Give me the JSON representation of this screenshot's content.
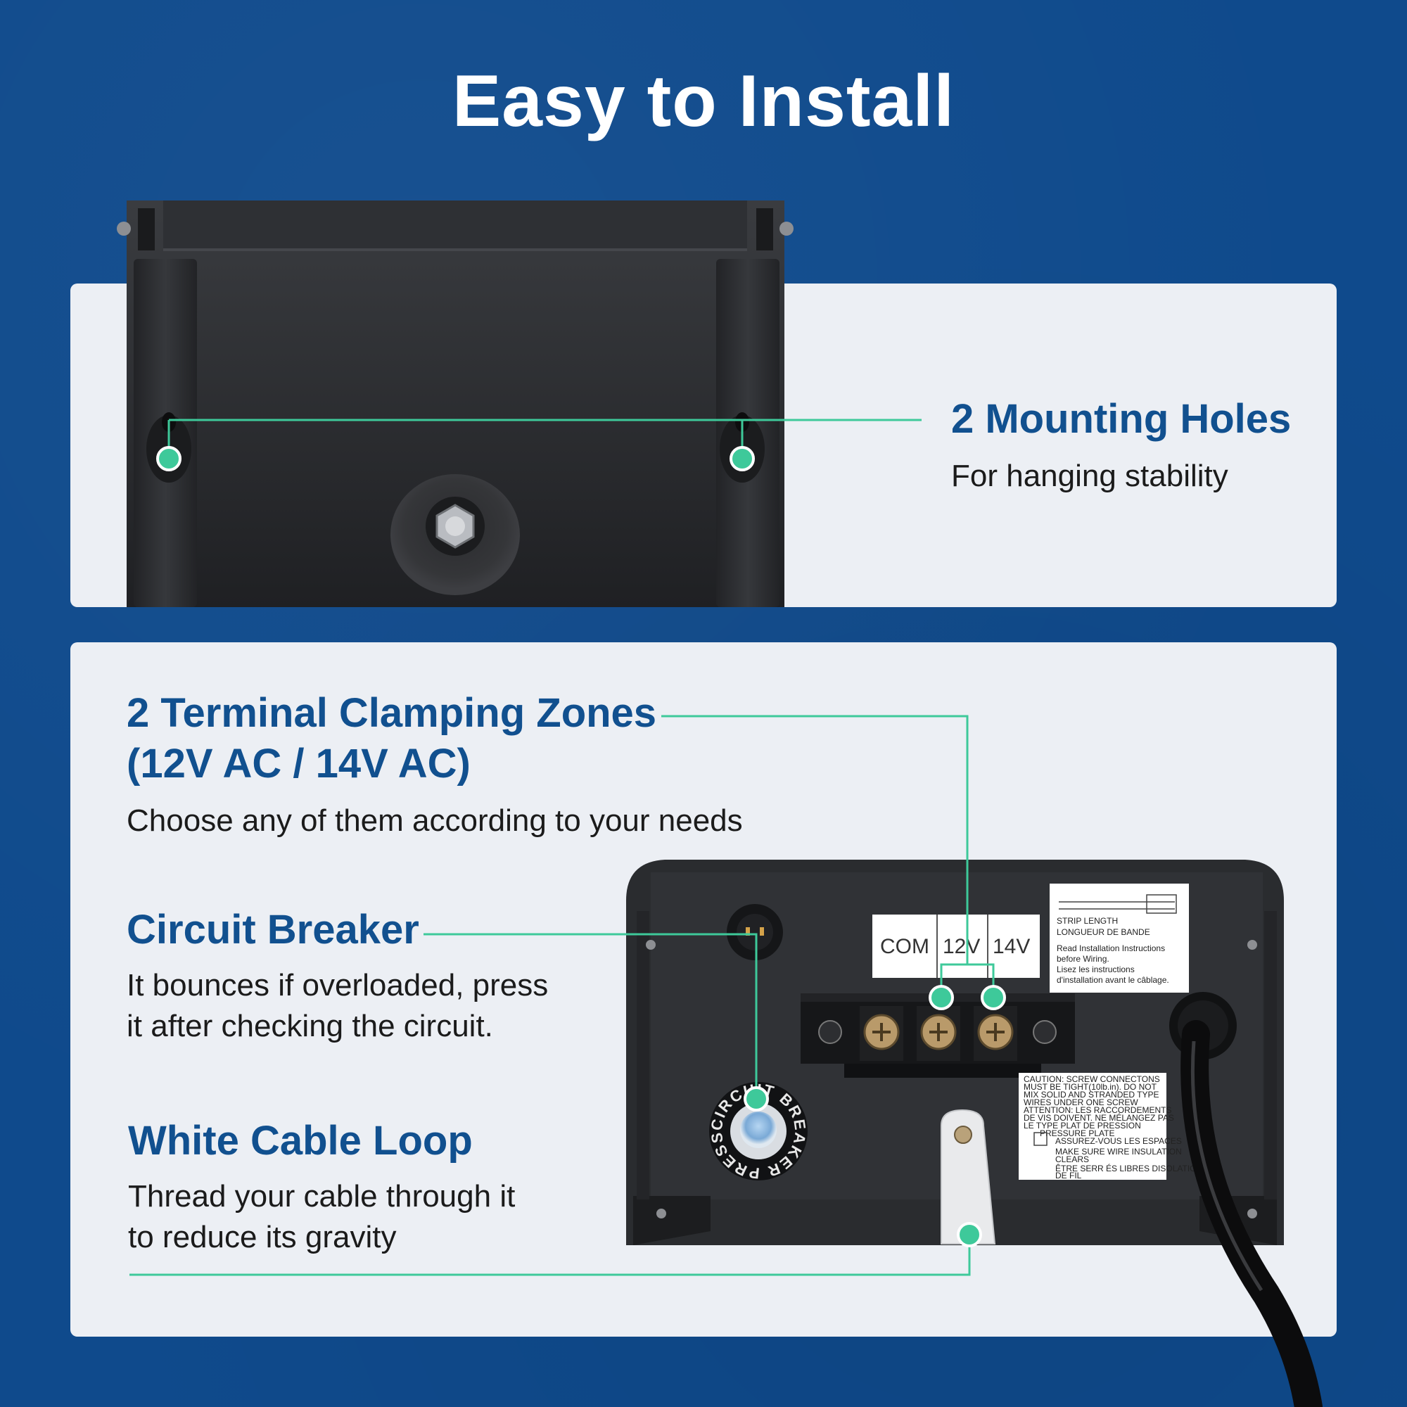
{
  "title": "Easy to Install",
  "colors": {
    "background": "#0f4a8c",
    "panel": "#eceff4",
    "heading": "#11508f",
    "accent": "#3ec99a",
    "device": "#2b2d30"
  },
  "features": {
    "mounting": {
      "title": "2 Mounting Holes",
      "desc": "For hanging stability"
    },
    "terminal": {
      "title_line1": "2 Terminal Clamping Zones",
      "title_line2": "(12V AC / 14V AC)",
      "desc": "Choose any of them according to your needs"
    },
    "breaker": {
      "title": "Circuit Breaker",
      "desc_line1": "It bounces if overloaded, press",
      "desc_line2": "it after checking the circuit."
    },
    "cable_loop": {
      "title": "White Cable Loop",
      "desc_line1": "Thread your cable through it",
      "desc_line2": "to reduce its gravity"
    }
  },
  "device_labels": {
    "terminals": [
      "COM",
      "12V",
      "14V"
    ],
    "strip_label": {
      "line1": "STRIP LENGTH",
      "line2": "LONGUEUR DE BANDE",
      "line3": "Read Installation Instructions",
      "line4": "before Wiring.",
      "line5": "Lisez les instructions",
      "line6": "d'installation avant le câblage."
    },
    "caution_label": {
      "line1": "CAUTION: SCREW CONNECTONS",
      "line2": "MUST BE TIGHT(10lb.in). DO NOT",
      "line3": "MIX SOLID AND STRANDED TYPE",
      "line4": "WIRES UNDER ONE SCREW",
      "line5": "ATTENTION: LES RACCORDEMENTS",
      "line6": "DE VIS DOIVENT. NE MÉLANGEZ PAS",
      "line7": "LE TYPE PLAT DE PRESSION",
      "line8": "PRESSURE PLATE",
      "line9": "ASSUREZ-VOUS LES ESPACES",
      "line10": "MAKE SURE WIRE INSULATION",
      "line11": "CLEARS",
      "line12": "ÊTRE SERR ÉS LIBRES DISOLATION",
      "line13": "DE FIL"
    },
    "breaker_ring": "CIRCUIT BREAKER PRESS TO"
  }
}
